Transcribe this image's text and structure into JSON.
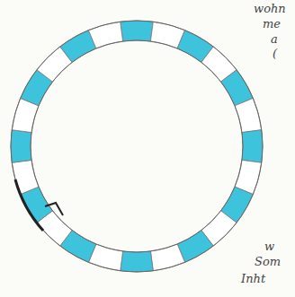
{
  "diagram": {
    "labels": [
      "wohn",
      "me",
      "a",
      "(",
      "w",
      "Som",
      "Inht"
    ]
  }
}
